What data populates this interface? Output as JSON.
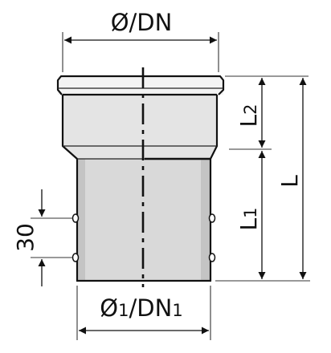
{
  "labels": {
    "top_diameter": "Ø/DN",
    "bottom_diameter": "Ø1/DN1",
    "length_total": "L",
    "length_upper": "L2",
    "length_lower": "L1",
    "seal_spacing": "30"
  },
  "colors": {
    "line": "#111111",
    "body_fill": "#d9d9d9",
    "socket_fill": "#e4e4e4",
    "ring_fill": "#f3f3f3",
    "shade": "#c4c4c4"
  }
}
